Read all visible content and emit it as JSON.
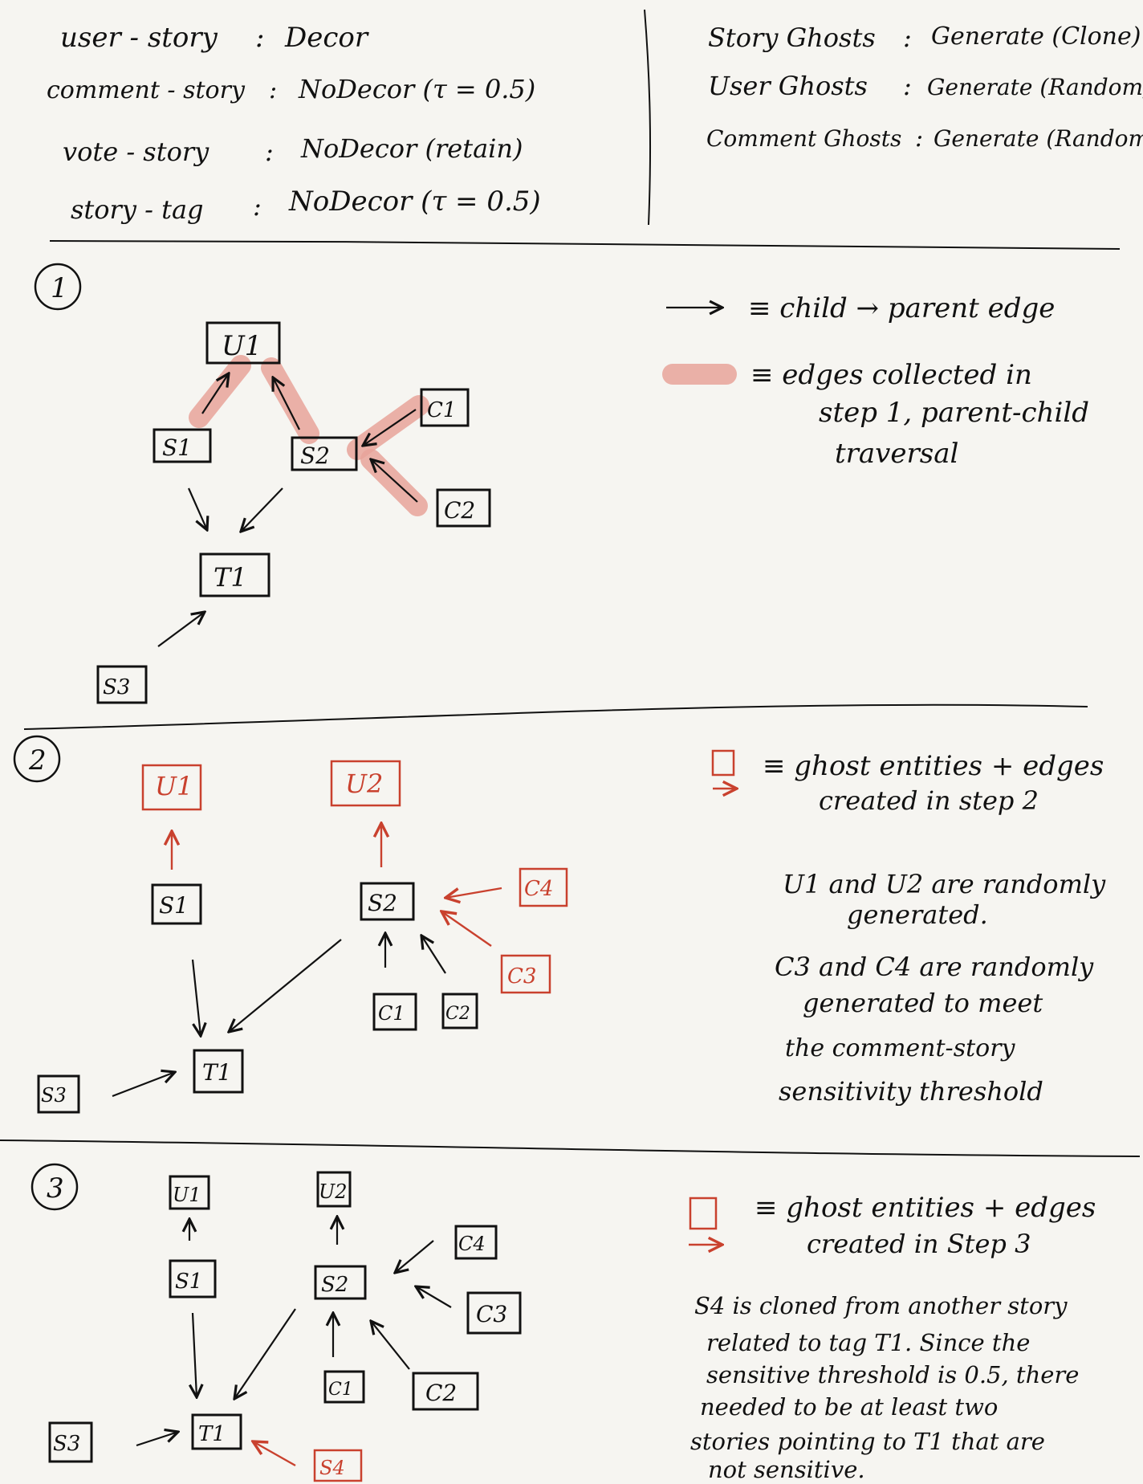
{
  "header": {
    "config": [
      {
        "key": "user - story",
        "sep": ":",
        "value": "Decor"
      },
      {
        "key": "comment - story",
        "sep": ":",
        "value": "NoDecor (τ = 0.5)"
      },
      {
        "key": "vote - story",
        "sep": ":",
        "value": "NoDecor (retain)"
      },
      {
        "key": "story - tag",
        "sep": ":",
        "value": "NoDecor (τ = 0.5)"
      }
    ],
    "ghosts": [
      {
        "key": "Story Ghosts",
        "sep": ":",
        "value": "Generate (Clone)"
      },
      {
        "key": "User Ghosts",
        "sep": ":",
        "value": "Generate (Random)"
      },
      {
        "key": "Comment Ghosts",
        "sep": ":",
        "value": "Generate (Random)"
      }
    ]
  },
  "steps": {
    "step1": {
      "number": "1",
      "legend": {
        "arrow_label": "≡ child → parent edge",
        "highlight_label_1": "≡ edges collected in",
        "highlight_label_2": "step 1, parent-child",
        "highlight_label_3": "traversal"
      },
      "nodes": {
        "u1": "U1",
        "s1": "S1",
        "s2": "S2",
        "c1": "C1",
        "c2": "C2",
        "t1": "T1",
        "s3": "S3"
      }
    },
    "step2": {
      "number": "2",
      "legend": {
        "line1": "≡ ghost entities + edges",
        "line2": "created in step 2"
      },
      "notes": [
        "U1 and U2 are randomly",
        "generated.",
        "C3 and C4 are randomly",
        "generated to meet",
        "the comment-story",
        "sensitivity threshold"
      ],
      "nodes": {
        "u1": "U1",
        "u2": "U2",
        "s1": "S1",
        "s2": "S2",
        "c4": "C4",
        "c3": "C3",
        "c1": "C1",
        "c2": "C2",
        "t1": "T1",
        "s3": "S3"
      }
    },
    "step3": {
      "number": "3",
      "legend": {
        "line1": "≡ ghost entities + edges",
        "line2": "created in Step 3"
      },
      "notes": [
        "S4 is cloned from another story",
        "related to tag T1. Since the",
        "sensitive threshold is 0.5, there",
        "needed to be at least two",
        "stories pointing to T1 that are",
        "not sensitive."
      ],
      "nodes": {
        "u1": "U1",
        "u2": "U2",
        "s1": "S1",
        "s2": "S2",
        "c4": "C4",
        "c3": "C3",
        "c1": "C1",
        "c2": "C2",
        "t1": "T1",
        "s3": "S3",
        "s4": "S4"
      }
    }
  },
  "colors": {
    "ink": "#111111",
    "ghost_red": "#c9412e",
    "highlight": "#e8a39a",
    "paper": "#f6f5f1"
  }
}
